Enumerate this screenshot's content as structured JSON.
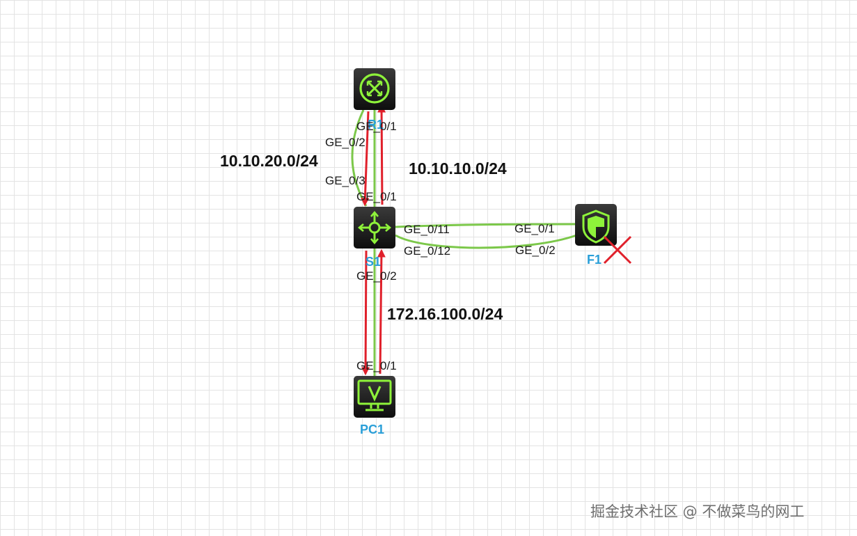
{
  "devices": {
    "r1": {
      "label": "R1",
      "icon": "router-icon"
    },
    "s1": {
      "label": "S1",
      "icon": "switch-icon"
    },
    "f1": {
      "label": "F1",
      "icon": "firewall-shield-icon",
      "status": "disabled",
      "status_icon": "red-x-icon"
    },
    "pc1": {
      "label": "PC1",
      "icon": "pc-monitor-icon"
    }
  },
  "ports": {
    "r1_ge01": "GE_0/1",
    "r1_ge02": "GE_0/2",
    "s1_ge03": "GE_0/3",
    "s1_ge01": "GE_0/1",
    "s1_ge011": "GE_0/11",
    "s1_ge012": "GE_0/12",
    "s1_ge02": "GE_0/2",
    "f1_ge01": "GE_0/1",
    "f1_ge02": "GE_0/2",
    "pc1_ge01": "GE_0/1"
  },
  "networks": {
    "net_r1_s1_a": "10.10.20.0/24",
    "net_r1_s1_b": "10.10.10.0/24",
    "net_s1_pc1": "172.16.100.0/24"
  },
  "watermark": "掘金技术社区 @ 不做菜鸟的网工",
  "colors": {
    "link": "#7cc84a",
    "arrow": "#e0202b",
    "device_label": "#2a9fd8",
    "device_tile": "#1b1b1b",
    "device_glyph": "#8ef23a"
  }
}
